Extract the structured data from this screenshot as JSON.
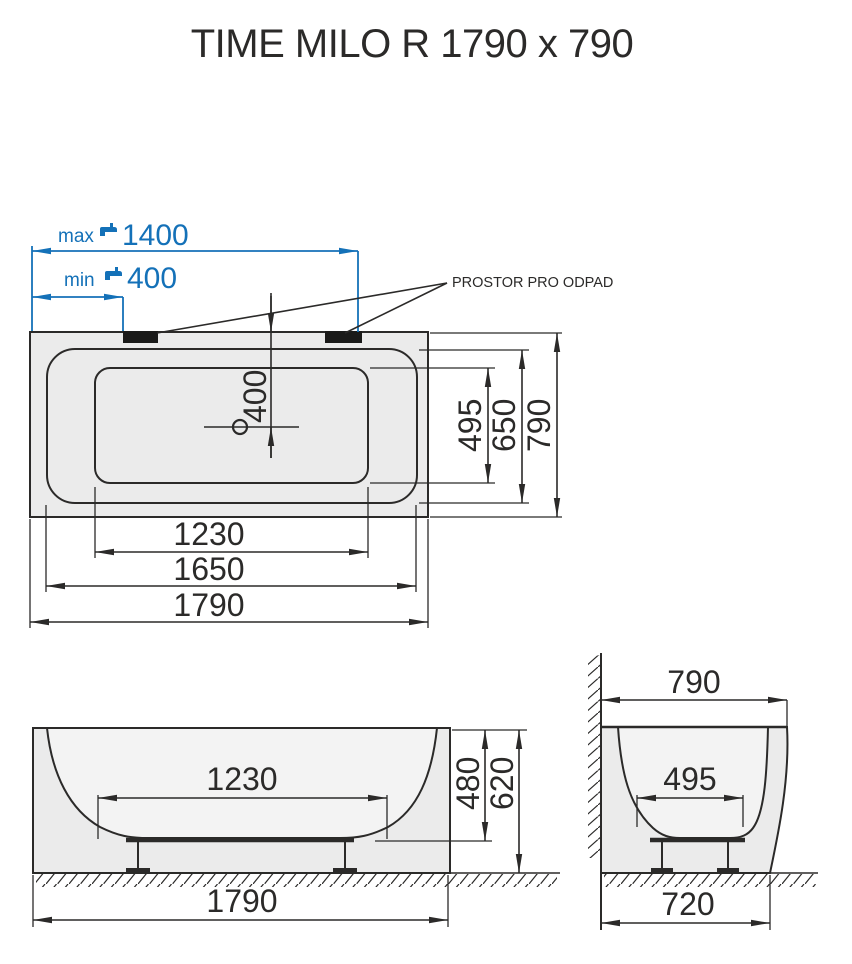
{
  "title": "TIME MILO R 1790 x 790",
  "colors": {
    "line": "#2b2a29",
    "accent_blue": "#1471b8",
    "body_fill": "#ebebeb",
    "cavity_fill": "#f3f3f3",
    "drain_block_fill": "#1a1a19"
  },
  "top_view": {
    "faucet_max_label": "max",
    "faucet_max_value": "1400",
    "faucet_min_label": "min",
    "faucet_min_value": "400",
    "drain_space_label": "PROSTOR PRO ODPAD",
    "drain_offset_value": "400",
    "dims": {
      "inner_width": "495",
      "rim_width": "650",
      "overall_width": "790",
      "inner_length": "1230",
      "rim_length": "1650",
      "overall_length": "1790"
    }
  },
  "front_view": {
    "dims": {
      "inner_length": "1230",
      "inner_depth": "480",
      "overall_height": "620",
      "overall_length": "1790"
    }
  },
  "side_view": {
    "dims": {
      "overall_width": "790",
      "inner_width": "495",
      "base_width": "720"
    }
  }
}
